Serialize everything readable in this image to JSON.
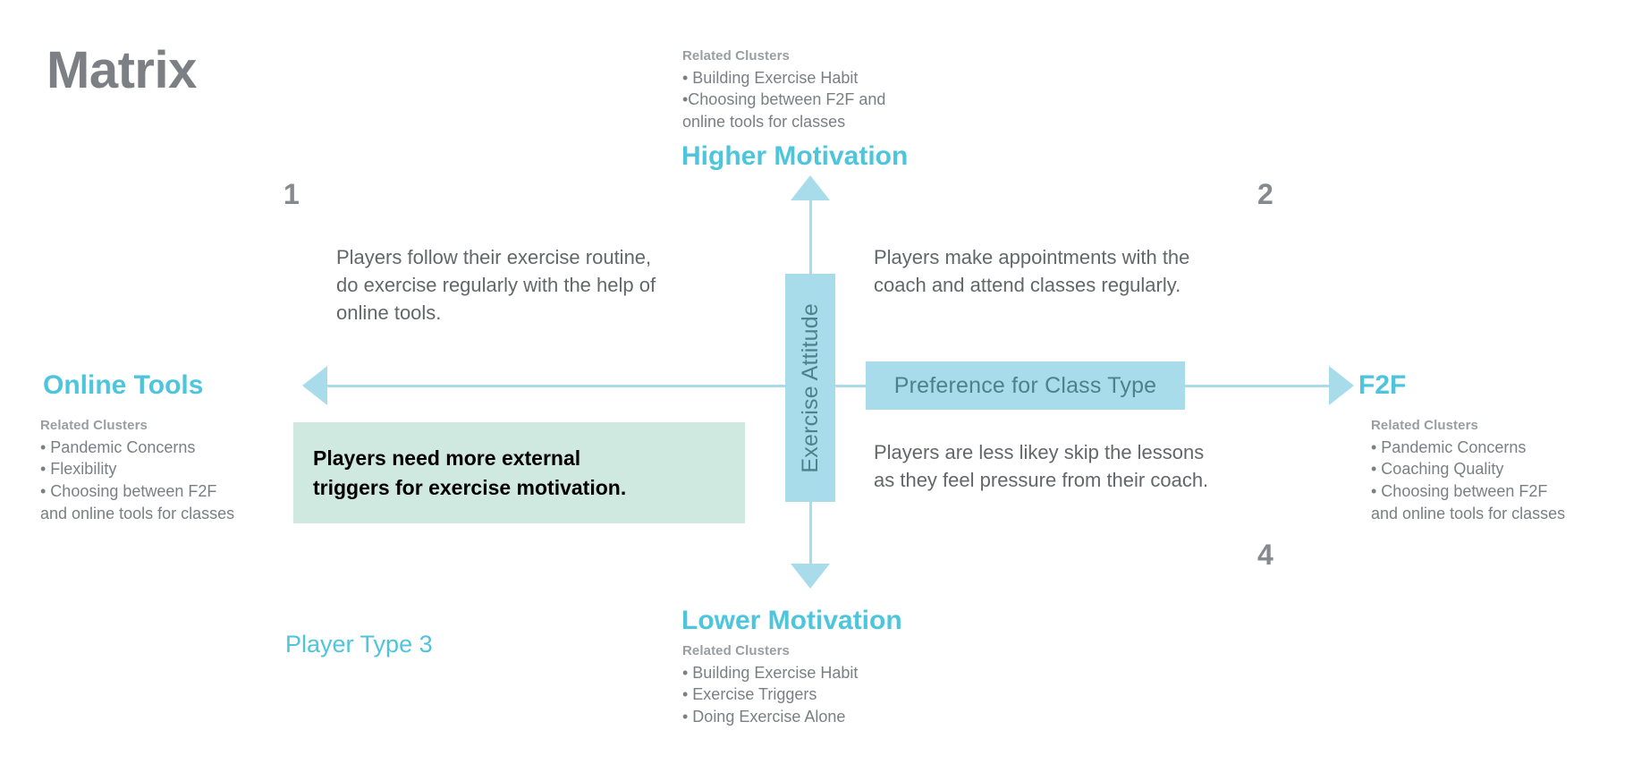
{
  "page": {
    "title": "Matrix"
  },
  "colors": {
    "accent_cyan": "#4dc5dd",
    "axis_blue": "#a9dcea",
    "chip_blue": "#a8dcea",
    "chip_text": "#4e8189",
    "callout_green": "#cfe8e0",
    "gray_text": "#646769",
    "gray_title": "#7c8084",
    "gray_muted": "#9a9ea1"
  },
  "axes": {
    "horizontal": {
      "name": "Preference for Class Type",
      "left_pole": "Online Tools",
      "right_pole": "F2F"
    },
    "vertical": {
      "name": "Exercise Attitude",
      "top_pole": "Higher Motivation",
      "bottom_pole": "Lower Motivation"
    }
  },
  "clusters": {
    "heading": "Related Clusters",
    "top": [
      "• Building Exercise Habit",
      "•Choosing between F2F and",
      "online tools for classes"
    ],
    "bottom": [
      "• Building Exercise Habit",
      "• Exercise Triggers",
      "• Doing Exercise Alone"
    ],
    "left": [
      "• Pandemic Concerns",
      "• Flexibility",
      "• Choosing between F2F",
      "and online tools for classes"
    ],
    "right": [
      "• Pandemic Concerns",
      "• Coaching Quality",
      "• Choosing between F2F",
      "and online tools for classes"
    ]
  },
  "quadrants": {
    "q1": {
      "number": "1",
      "text": "Players follow their exercise routine,\ndo exercise regularly with the help of\nonline tools."
    },
    "q2": {
      "number": "2",
      "text": "Players make appointments with the\ncoach and attend classes regularly."
    },
    "q4": {
      "number": "4",
      "text": "Players are less likey skip the lessons\nas they feel pressure from their coach."
    }
  },
  "callout": {
    "text": "Players need more external\ntriggers for exercise motivation."
  },
  "player_type": {
    "label": "Player Type 3"
  }
}
